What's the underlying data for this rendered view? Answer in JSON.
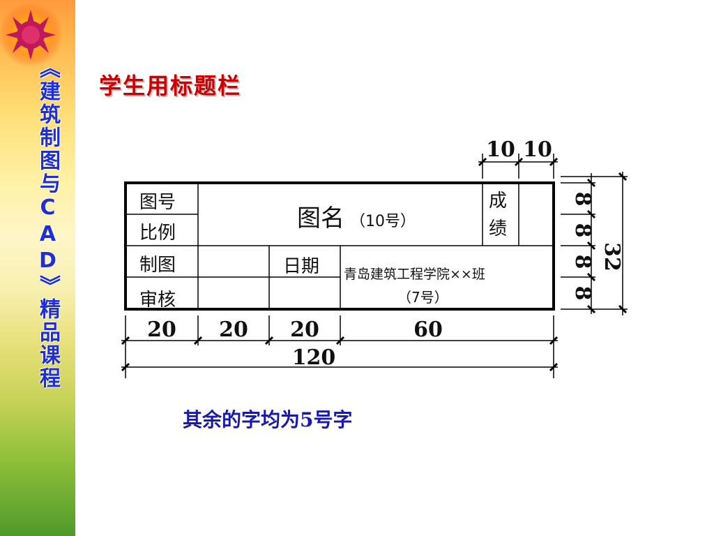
{
  "side_banner": {
    "title": "《建筑制图与CAD》精品课程",
    "text_color": "#1f2fd0"
  },
  "slide": {
    "title": "学生用标题栏",
    "title_color": "#cc0000",
    "note": "其余的字均为5号字",
    "note_color": "#1a1aa8"
  },
  "title_block": {
    "cells": {
      "drawing_no": "图号",
      "scale": "比例",
      "drawn_by": "制图",
      "checked_by": "审核",
      "drawing_name": "图名",
      "drawing_name_size": "（10号）",
      "grade_line1": "成",
      "grade_line2": "绩",
      "date": "日期",
      "school_class": "青岛建筑工程学院××班",
      "school_class_size": "（7号）"
    },
    "dimensions": {
      "bottom": [
        "20",
        "20",
        "20",
        "60"
      ],
      "total_width": "120",
      "top": [
        "10",
        "10"
      ],
      "right_rows": [
        "8",
        "8",
        "8",
        "8"
      ],
      "total_height": "32"
    }
  }
}
